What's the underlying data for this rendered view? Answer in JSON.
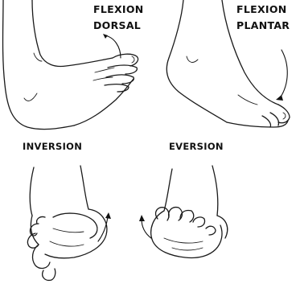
{
  "labels": {
    "flexion_dorsal_line1": "FLEXION",
    "flexion_dorsal_line2": "DORSAL",
    "flexion_plantar_line1": "FLEXION",
    "flexion_plantar_line2": "PLANTAR",
    "inversion": "INVERSION",
    "eversion": "EVERSION"
  },
  "colors": {
    "ink": "#1a1a1a",
    "background": "#ffffff"
  },
  "figures": [
    {
      "name": "dorsal-flexion-foot"
    },
    {
      "name": "plantar-flexion-foot"
    },
    {
      "name": "inversion-foot"
    },
    {
      "name": "eversion-foot"
    }
  ]
}
